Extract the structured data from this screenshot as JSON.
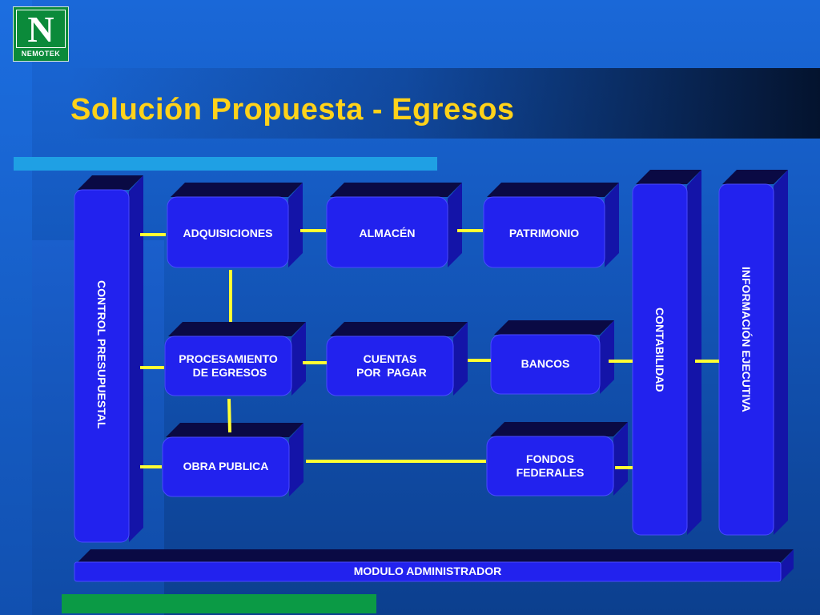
{
  "slide": {
    "title": "Solución Propuesta - Egresos",
    "logo": {
      "letter": "N",
      "text": "NEMOTEK"
    }
  },
  "colors": {
    "box_front": "#2222ee",
    "box_top": "#0a0a44",
    "box_side": "#1414a8",
    "connector": "#ffff33",
    "title": "#ffd21a"
  },
  "modules": {
    "control_presupuestal": "CONTROL PRESUPUESTAL",
    "adquisiciones": "ADQUISICIONES",
    "almacen": "ALMACÉN",
    "patrimonio": "PATRIMONIO",
    "procesamiento": "PROCESAMIENTO\n DE EGRESOS",
    "cuentas_por_pagar": "CUENTAS\n POR  PAGAR",
    "bancos": "BANCOS",
    "obra_publica": "OBRA PUBLICA",
    "fondos_federales": "FONDOS\nFEDERALES",
    "contabilidad": "CONTABILIDAD",
    "informacion_ejecutiva": "INFORMACIÓN  EJECUTIVA",
    "modulo_administrador": "MODULO ADMINISTRADOR"
  }
}
